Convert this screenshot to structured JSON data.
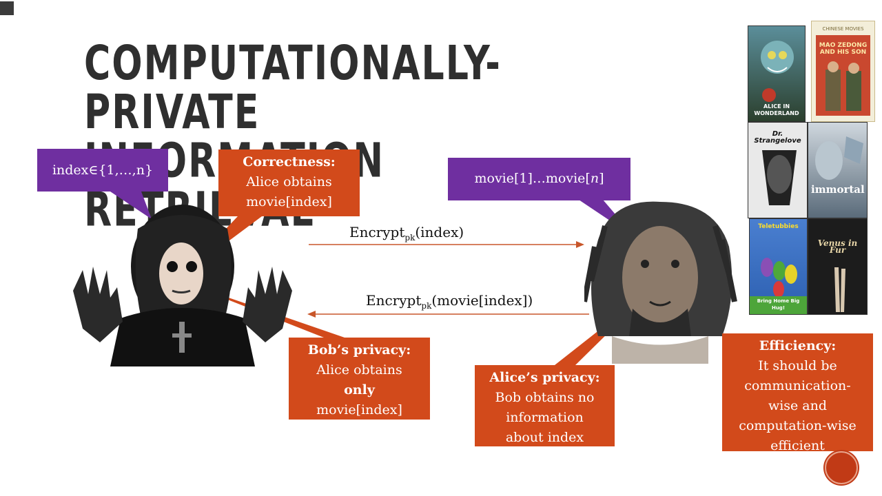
{
  "slide": {
    "title_line1": "Computationally-private",
    "title_line2": "information retrieval"
  },
  "callouts": {
    "alice_input": "index∈{1,…,n}",
    "correctness_heading": "Correctness:",
    "correctness_line1": "Alice obtains",
    "correctness_line2": "movie[index]",
    "bob_input_prefix": "movie[1]…movie[",
    "bob_input_n": "n",
    "bob_input_suffix": "]",
    "bob_privacy_heading": "Bob’s privacy:",
    "bob_privacy_line1": "Alice obtains",
    "bob_privacy_only": "only",
    "bob_privacy_line3": "movie[index]",
    "alice_privacy_heading": "Alice’s privacy:",
    "alice_privacy_line1": "Bob obtains no",
    "alice_privacy_line2": "information",
    "alice_privacy_line3": "about index",
    "efficiency_heading": "Efficiency:",
    "efficiency_line1": "It should be",
    "efficiency_line2": "communication-",
    "efficiency_line3": "wise and",
    "efficiency_line4": "computation-wise",
    "efficiency_line5": "efficient"
  },
  "messages": {
    "request_main": "Encrypt",
    "request_sub": "pk",
    "request_arg": "(index)",
    "response_main": "Encrypt",
    "response_sub": "pk",
    "response_arg": "(movie[index])"
  },
  "posters": {
    "alice_wonderland": "ALICE IN WONDERLAND",
    "chinese_movies": "CHINESE MOVIES",
    "mao": "MAO ZEDONG AND HIS SON",
    "strangelove": "Dr. Strangelove",
    "immortal": "immortal",
    "teletubbies": "Teletubbies",
    "teletubbies_tag": "Bring Home Big Hug!",
    "venus": "Venus in Fur"
  },
  "colors": {
    "orange": "#d24a1b",
    "purple": "#6f2fa0",
    "arrow": "#c8562a"
  }
}
